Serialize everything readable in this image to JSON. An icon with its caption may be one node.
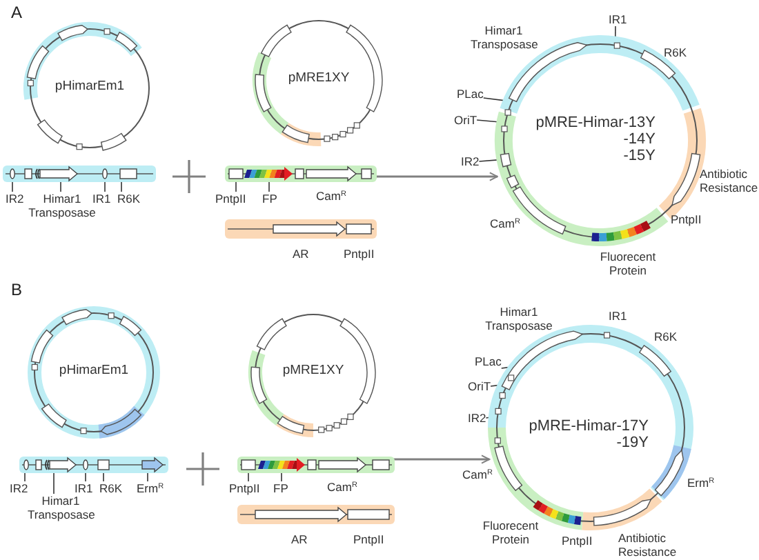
{
  "diagram": {
    "nodes": [
      {
        "text": [
          "pHimarEm1"
        ]
      },
      {
        "text": [
          "pMRE1XY"
        ]
      },
      {
        "text": [],
        "shape": "bar"
      },
      {
        "text": [
          "IR2"
        ]
      },
      {
        "text": [
          "Himar1 Transposase"
        ]
      },
      {
        "text": [
          "IR1"
        ]
      },
      {
        "text": [
          "R6K"
        ]
      },
      {
        "text": [],
        "shape": "bar"
      },
      {
        "text": [
          "PntpII"
        ]
      },
      {
        "text": [
          "FP"
        ]
      },
      {
        "text": [],
        "shape": "bar"
      },
      {
        "text": [
          "pMRE-Himar-13Y -14Y -15Y"
        ],
        "beside": [
          "Himar1 Transposase",
          "R6K",
          "Antibiotic Resistance",
          "PntpII",
          "Cam$^{R}$",
          "Fluorecent Protein"
        ]
      },
      {
        "text": [
          "IR1"
        ]
      },
      {
        "text": [
          "PLac"
        ]
      },
      {
        "text": [
          "OriT"
        ]
      },
      {
        "text": [
          "IR2"
        ]
      },
      {
        "text": [
          "pHimarEm1"
        ]
      },
      {
        "text": [
          "pMRE1XY"
        ]
      },
      {
        "text": [],
        "shape": "bar"
      },
      {
        "text": [
          "IR2"
        ]
      },
      {
        "text": [
          "Himar1 Transposase"
        ]
      },
      {
        "text": [
          "IR1"
        ]
      },
      {
        "text": [
          "R6K"
        ]
      },
      {
        "text": [
          "Erm$^{R}$"
        ]
      },
      {
        "text": [],
        "shape": "bar"
      },
      {
        "text": [
          "PntpII"
        ]
      },
      {
        "text": [
          "FP"
        ]
      },
      {
        "text": [],
        "shape": "bar"
      },
      {
        "text": [
          "pMRE-Himar-17Y -19Y"
        ],
        "beside": [
          "Himar1 Transposase",
          "IR1",
          "R6K",
          "Cam$^{R}$",
          "Erm$^{R}$",
          "Fluorecent Protein",
          "PntpII",
          "Antibiotic Resistance"
        ]
      },
      {
        "text": [
          "PLac"
        ]
      },
      {
        "text": [
          "OriT"
        ]
      },
      {
        "text": [
          "IR2"
        ]
      }
    ],
    "edges": [
      {
        "from": 7,
        "to": 11,
        "arrow": "to"
      },
      {
        "from": 3,
        "to": 2,
        "arrow": "none"
      },
      {
        "from": 4,
        "to": 2,
        "arrow": "none"
      },
      {
        "from": 5,
        "to": 2,
        "arrow": "none"
      },
      {
        "from": 6,
        "to": 2,
        "arrow": "none"
      },
      {
        "from": 8,
        "to": 7,
        "arrow": "none"
      },
      {
        "from": 9,
        "to": 7,
        "arrow": "none"
      },
      {
        "from": 12,
        "to": 11,
        "arrow": "none"
      },
      {
        "from": 13,
        "to": 11,
        "arrow": "none"
      },
      {
        "from": 14,
        "to": 11,
        "arrow": "none"
      },
      {
        "from": 15,
        "to": 11,
        "arrow": "none"
      },
      {
        "from": 24,
        "to": 28,
        "arrow": "to"
      },
      {
        "from": 19,
        "to": 18,
        "arrow": "none"
      },
      {
        "from": 20,
        "to": 18,
        "arrow": "none"
      },
      {
        "from": 21,
        "to": 18,
        "arrow": "none"
      },
      {
        "from": 22,
        "to": 18,
        "arrow": "none"
      },
      {
        "from": 23,
        "to": 18,
        "arrow": "none"
      },
      {
        "from": 25,
        "to": 24,
        "arrow": "none"
      },
      {
        "from": 26,
        "to": 24,
        "arrow": "none"
      },
      {
        "from": 29,
        "to": 28,
        "arrow": "none"
      },
      {
        "from": 30,
        "to": 28,
        "arrow": "none"
      },
      {
        "from": 31,
        "to": 28,
        "arrow": "none"
      }
    ],
    "labels": [
      "A",
      "Cam$^{R}$",
      "AR",
      "PntpII",
      "B",
      "Cam$^{R}$",
      "AR",
      "PntpII"
    ]
  }
}
